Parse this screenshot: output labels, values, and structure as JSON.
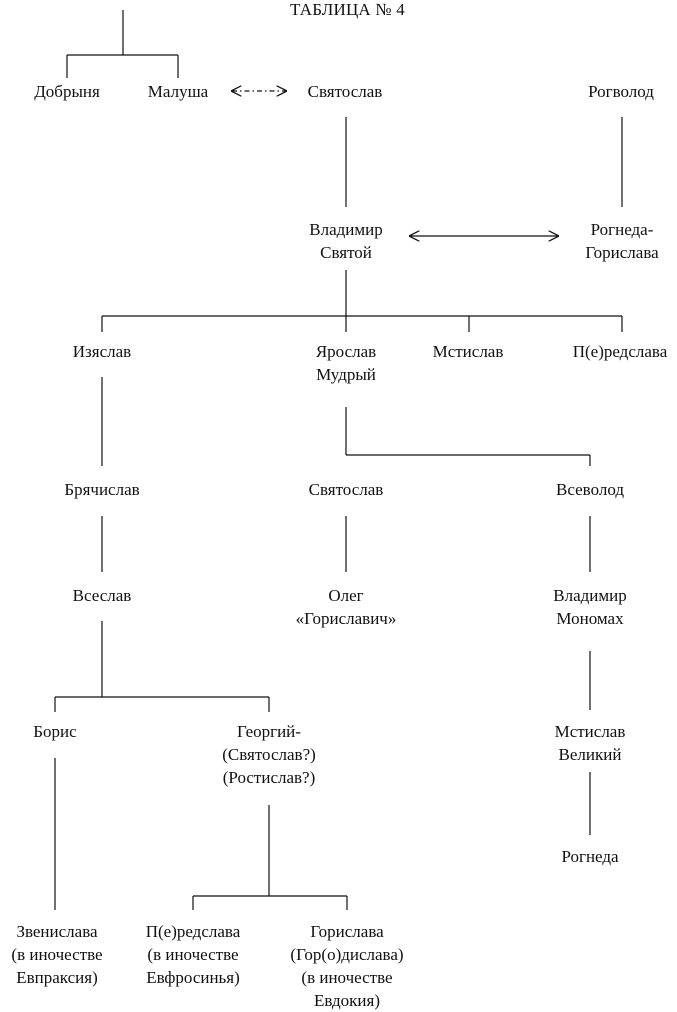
{
  "title": "ТАБЛИЦА № 4",
  "nodes": {
    "dobrynya": [
      "Добрыня"
    ],
    "malusha": [
      "Малуша"
    ],
    "svyatoslav1": [
      "Святослав"
    ],
    "rogvolod": [
      "Рогволод"
    ],
    "vladimir": [
      "Владимир",
      "Святой"
    ],
    "rogneda": [
      "Рогнеда-",
      "Горислава"
    ],
    "izyaslav": [
      "Изяслав"
    ],
    "yaroslav": [
      "Ярослав",
      "Мудрый"
    ],
    "mstislav": [
      "Мстислав"
    ],
    "predslava1": [
      "П(е)редслава"
    ],
    "bryachislav": [
      "Брячислав"
    ],
    "svyatoslav2": [
      "Святослав"
    ],
    "vsevolod": [
      "Всеволод"
    ],
    "vseslav": [
      "Всеслав"
    ],
    "oleg": [
      "Олег",
      "«Гориславич»"
    ],
    "monomakh": [
      "Владимир",
      "Мономах"
    ],
    "boris": [
      "Борис"
    ],
    "georgiy": [
      "Георгий-",
      "(Святослав?)",
      "(Ростислав?)"
    ],
    "mstislav_velikiy": [
      "Мстислав",
      "Великий"
    ],
    "rogneda2": [
      "Рогнеда"
    ],
    "zvenislava": [
      "Звенислава",
      "(в иночестве",
      "Евпраксия)"
    ],
    "predslava2": [
      "П(е)редслава",
      "(в иночестве",
      "Евфросинья)"
    ],
    "gorislava": [
      "Горислава",
      "(Гор(о)дислава)",
      "(в иночестве",
      "Евдокия)"
    ]
  },
  "relations": [
    {
      "from": "vladimir",
      "to": "rogneda",
      "kind": "marriage"
    },
    {
      "from": "malusha",
      "to": "svyatoslav1",
      "kind": "union-dashed"
    }
  ],
  "colors": {
    "line": "#111111",
    "text": "#111111",
    "background": "#ffffff"
  }
}
